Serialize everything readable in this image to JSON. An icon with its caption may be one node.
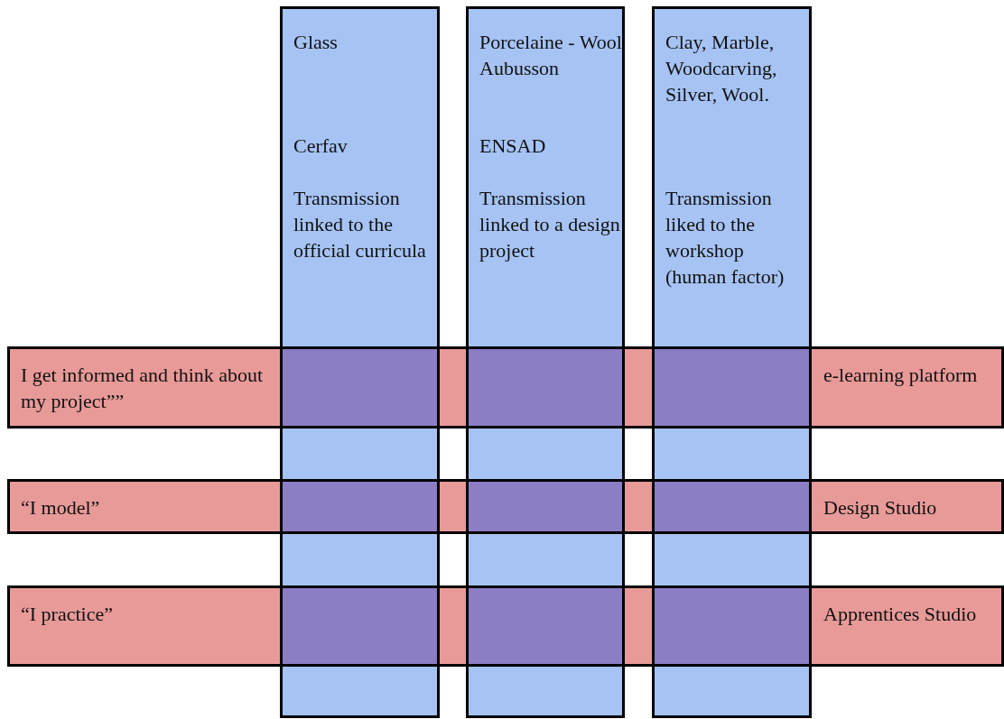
{
  "diagram": {
    "nodes": [
      {
        "text": [
          "Glass",
          "Cerfav",
          "Transmission linked to the official curricula"
        ]
      },
      {
        "text": [
          "Porcelaine - Wool Aubusson",
          "ENSAD",
          "Transmission linked to a design project"
        ]
      },
      {
        "text": [
          "Clay, Marble, Woodcarving, Silver, Wool.",
          "Transmission liked to the workshop (human factor)"
        ]
      },
      {
        "text": [
          "I get informed and think about my project””",
          "e-learning platform"
        ]
      },
      {
        "text": [
          "“I model”",
          "Design Studio"
        ]
      },
      {
        "text": [
          "“I practice”",
          "Apprentices Studio"
        ]
      }
    ]
  }
}
